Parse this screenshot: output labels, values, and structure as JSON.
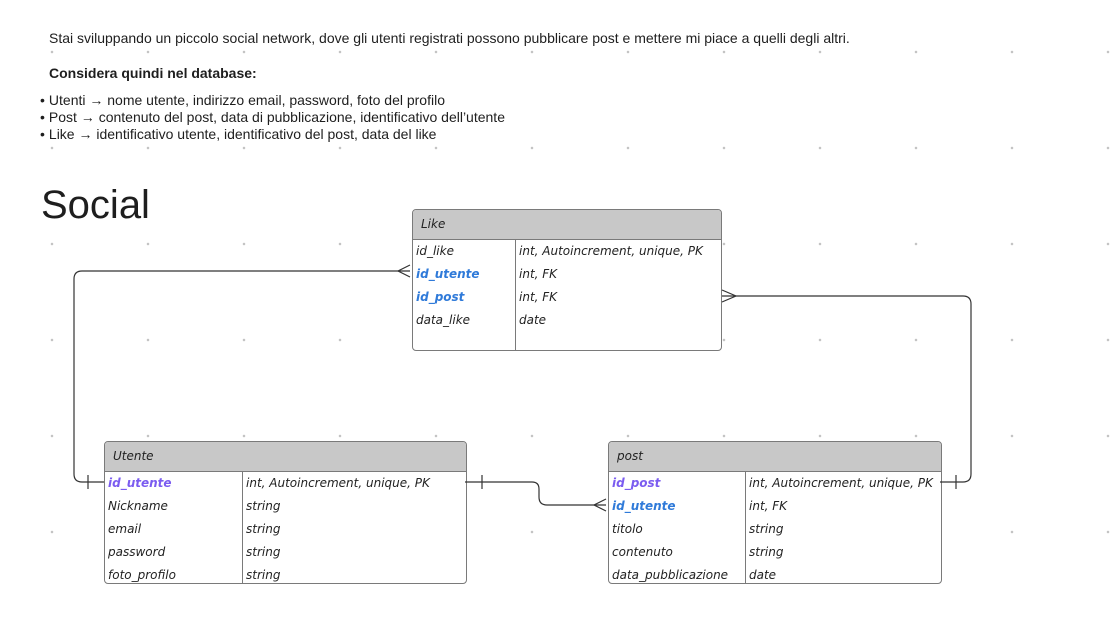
{
  "intro": {
    "text": "Stai sviluppando un piccolo social network, dove gli utenti registrati possono pubblicare post e mettere mi piace a quelli degli altri.",
    "requirements_title": "Considera quindi nel database:",
    "requirements": [
      "Utenti → nome utente, indirizzo email, password, foto del profilo",
      "Post → contenuto del post, data di pubblicazione, identificativo dell’utente",
      "Like → identificativo utente, identificativo del post, data del like"
    ]
  },
  "diagram": {
    "title": "Social",
    "entities": {
      "like": {
        "name": "Like",
        "fields": [
          {
            "name": "id_like",
            "type": "int, Autoincrement, unique, PK"
          },
          {
            "name": "id_utente",
            "type": "int, FK"
          },
          {
            "name": "id_post",
            "type": "int, FK"
          },
          {
            "name": "data_like",
            "type": "date"
          }
        ]
      },
      "utente": {
        "name": "Utente",
        "fields": [
          {
            "name": "id_utente",
            "type": "int, Autoincrement, unique, PK"
          },
          {
            "name": "Nickname",
            "type": "string"
          },
          {
            "name": "email",
            "type": "string"
          },
          {
            "name": "password",
            "type": "string"
          },
          {
            "name": "foto_profilo",
            "type": "string"
          }
        ]
      },
      "post": {
        "name": "post",
        "fields": [
          {
            "name": "id_post",
            "type": "int, Autoincrement, unique, PK"
          },
          {
            "name": "id_utente",
            "type": "int, FK"
          },
          {
            "name": "titolo",
            "type": "string"
          },
          {
            "name": "contenuto",
            "type": "string"
          },
          {
            "name": "data_pubblicazione",
            "type": "date"
          }
        ]
      }
    },
    "relationships": [
      {
        "from": "utente.id_utente",
        "to": "like.id_utente",
        "cardinality": "one-to-many"
      },
      {
        "from": "post.id_post",
        "to": "like.id_post",
        "cardinality": "one-to-many"
      },
      {
        "from": "utente.id_utente",
        "to": "post.id_utente",
        "cardinality": "one-to-many"
      }
    ],
    "colors": {
      "pk_field": "#7b5cf0",
      "fk_field": "#2f7ad9",
      "header_bg": "#c8c8c8",
      "connector": "#333333"
    }
  }
}
